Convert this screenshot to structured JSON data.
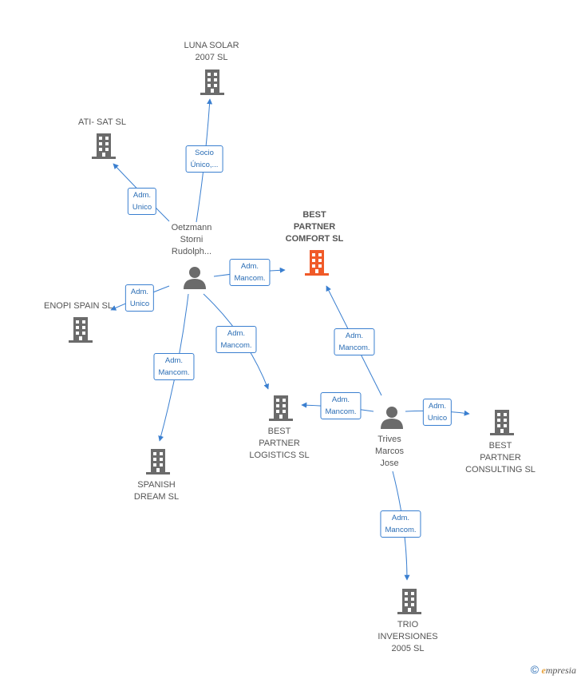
{
  "colors": {
    "edge": "#3a7fd0",
    "building": "#6b6b6b",
    "focus_building": "#f05a28",
    "person": "#6b6b6b"
  },
  "nodes": {
    "luna_solar": {
      "label": "LUNA SOLAR\n2007 SL",
      "icon": "building-icon"
    },
    "ati_sat": {
      "label": "ATI- SAT SL",
      "icon": "building-icon"
    },
    "best_partner_comfort": {
      "label": "BEST\nPARTNER\nCOMFORT SL",
      "icon": "building-icon"
    },
    "enopi_spain": {
      "label": "ENOPI SPAIN SL",
      "icon": "building-icon"
    },
    "best_partner_logistics": {
      "label": "BEST\nPARTNER\nLOGISTICS SL",
      "icon": "building-icon"
    },
    "best_partner_consulting": {
      "label": "BEST\nPARTNER\nCONSULTING SL",
      "icon": "building-icon"
    },
    "spanish_dream": {
      "label": "SPANISH\nDREAM SL",
      "icon": "building-icon"
    },
    "trio_inversiones": {
      "label": "TRIO\nINVERSIONES\n2005 SL",
      "icon": "building-icon"
    },
    "oetzmann": {
      "label": "Oetzmann\nStorni\nRudolph...",
      "icon": "person-icon"
    },
    "trives": {
      "label": "Trives\nMarcos\nJose",
      "icon": "person-icon"
    }
  },
  "edges": {
    "e1": "Socio\nÚnico,...",
    "e2": "Adm.\nUnico",
    "e3": "Adm.\nMancom.",
    "e4": "Adm.\nUnico",
    "e5": "Adm.\nMancom.",
    "e6": "Adm.\nMancom.",
    "e7": "Adm.\nMancom.",
    "e8": "Adm.\nMancom.",
    "e9": "Adm.\nUnico",
    "e10": "Adm.\nMancom."
  },
  "footer": {
    "copyright": "©",
    "brand_initial": "e",
    "brand_rest": "mpresia"
  }
}
